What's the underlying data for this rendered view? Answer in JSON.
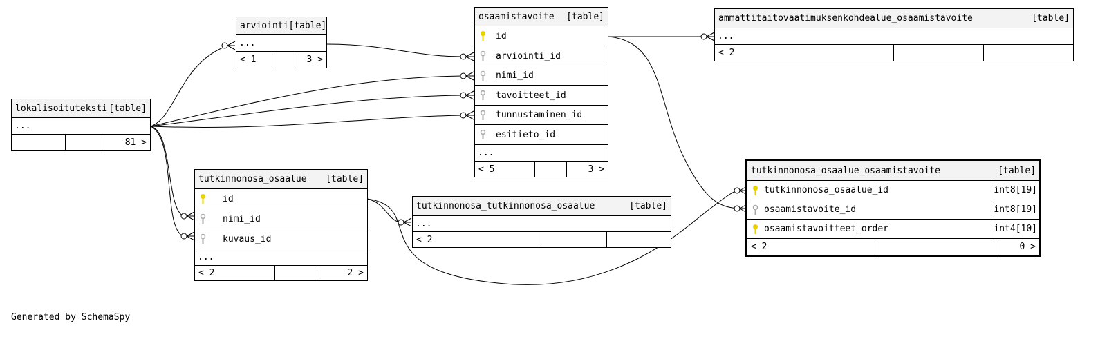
{
  "tables": {
    "arviointi": {
      "name": "arviointi",
      "kind": "[table]",
      "more": "...",
      "parents": "< 1",
      "children": "3 >"
    },
    "osaamistavoite": {
      "name": "osaamistavoite",
      "kind": "[table]",
      "columns": [
        {
          "name": "id",
          "icon": "primary-key-icon"
        },
        {
          "name": "arviointi_id",
          "icon": "foreign-key-icon"
        },
        {
          "name": "nimi_id",
          "icon": "foreign-key-icon"
        },
        {
          "name": "tavoitteet_id",
          "icon": "foreign-key-icon"
        },
        {
          "name": "tunnustaminen_id",
          "icon": "foreign-key-icon"
        },
        {
          "name": "esitieto_id",
          "icon": "foreign-key-icon"
        }
      ],
      "more": "...",
      "parents": "< 5",
      "children": "3 >"
    },
    "ammattitaito": {
      "name": "ammattitaitovaatimuksenkohdealue_osaamistavoite",
      "kind": "[table]",
      "more": "...",
      "parents": "< 2",
      "children": ""
    },
    "lokalisoituteksti": {
      "name": "lokalisoituteksti",
      "kind": "[table]",
      "more": "...",
      "parents": "",
      "children": "81 >"
    },
    "tutkinnonosa_osaalue": {
      "name": "tutkinnonosa_osaalue",
      "kind": "[table]",
      "columns": [
        {
          "name": "id",
          "icon": "primary-key-icon"
        },
        {
          "name": "nimi_id",
          "icon": "foreign-key-icon"
        },
        {
          "name": "kuvaus_id",
          "icon": "foreign-key-icon"
        }
      ],
      "more": "...",
      "parents": "< 2",
      "children": "2 >"
    },
    "tutkinnonosa_tutkinnonosa_osaalue": {
      "name": "tutkinnonosa_tutkinnonosa_osaalue",
      "kind": "[table]",
      "more": "...",
      "parents": "< 2",
      "children": ""
    },
    "tutkinnonosa_osaalue_osaamistavoite": {
      "name": "tutkinnonosa_osaalue_osaamistavoite",
      "kind": "[table]",
      "columns": [
        {
          "name": "tutkinnonosa_osaalue_id",
          "type": "int8[19]",
          "icon": "primary-key-icon"
        },
        {
          "name": "osaamistavoite_id",
          "type": "int8[19]",
          "icon": "foreign-key-icon"
        },
        {
          "name": "osaamistavoitteet_order",
          "type": "int4[10]",
          "icon": "primary-key-icon"
        }
      ],
      "parents": "< 2",
      "children": "0 >"
    }
  },
  "colors": {
    "primary_key": "#e8d100",
    "foreign_key": "#a8a8a8",
    "header_bg": "#f3f3f3"
  },
  "footer": "Generated by SchemaSpy"
}
